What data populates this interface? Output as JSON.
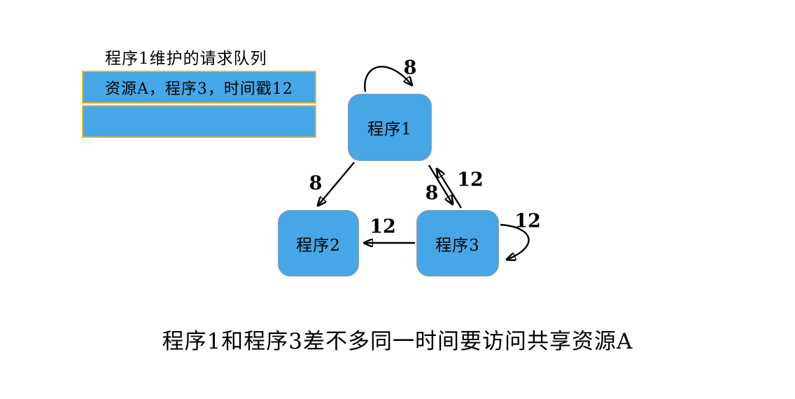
{
  "colors": {
    "node_fill": "#47A6E6",
    "node_border": "#8C9DAA",
    "queue_fill": "#45A7E6",
    "queue_border": "#E8B92A",
    "arrow": "#000000",
    "text": "#000000",
    "background": "#FFFFFF"
  },
  "queue": {
    "title": "程序1维护的请求队列",
    "rows": [
      {
        "text": "资源A，程序3，时间戳12"
      },
      {
        "text": ""
      }
    ]
  },
  "nodes": [
    {
      "id": "program1",
      "label": "程序1"
    },
    {
      "id": "program2",
      "label": "程序2"
    },
    {
      "id": "program3",
      "label": "程序3"
    }
  ],
  "edges": [
    {
      "id": "program1-self-loop",
      "from": "程序1",
      "to": "程序1",
      "label": "8"
    },
    {
      "id": "program1-to-program2",
      "from": "程序1",
      "to": "程序2",
      "label": "8"
    },
    {
      "id": "program1-to-program3",
      "from": "程序1",
      "to": "程序3",
      "label": "8"
    },
    {
      "id": "program3-to-program1",
      "from": "程序3",
      "to": "程序1",
      "label": "12"
    },
    {
      "id": "program3-to-program2",
      "from": "程序3",
      "to": "程序2",
      "label": "12"
    },
    {
      "id": "program3-self-loop",
      "from": "程序3",
      "to": "程序3",
      "label": "12"
    }
  ],
  "caption": "程序1和程序3差不多同一时间要访问共享资源A"
}
